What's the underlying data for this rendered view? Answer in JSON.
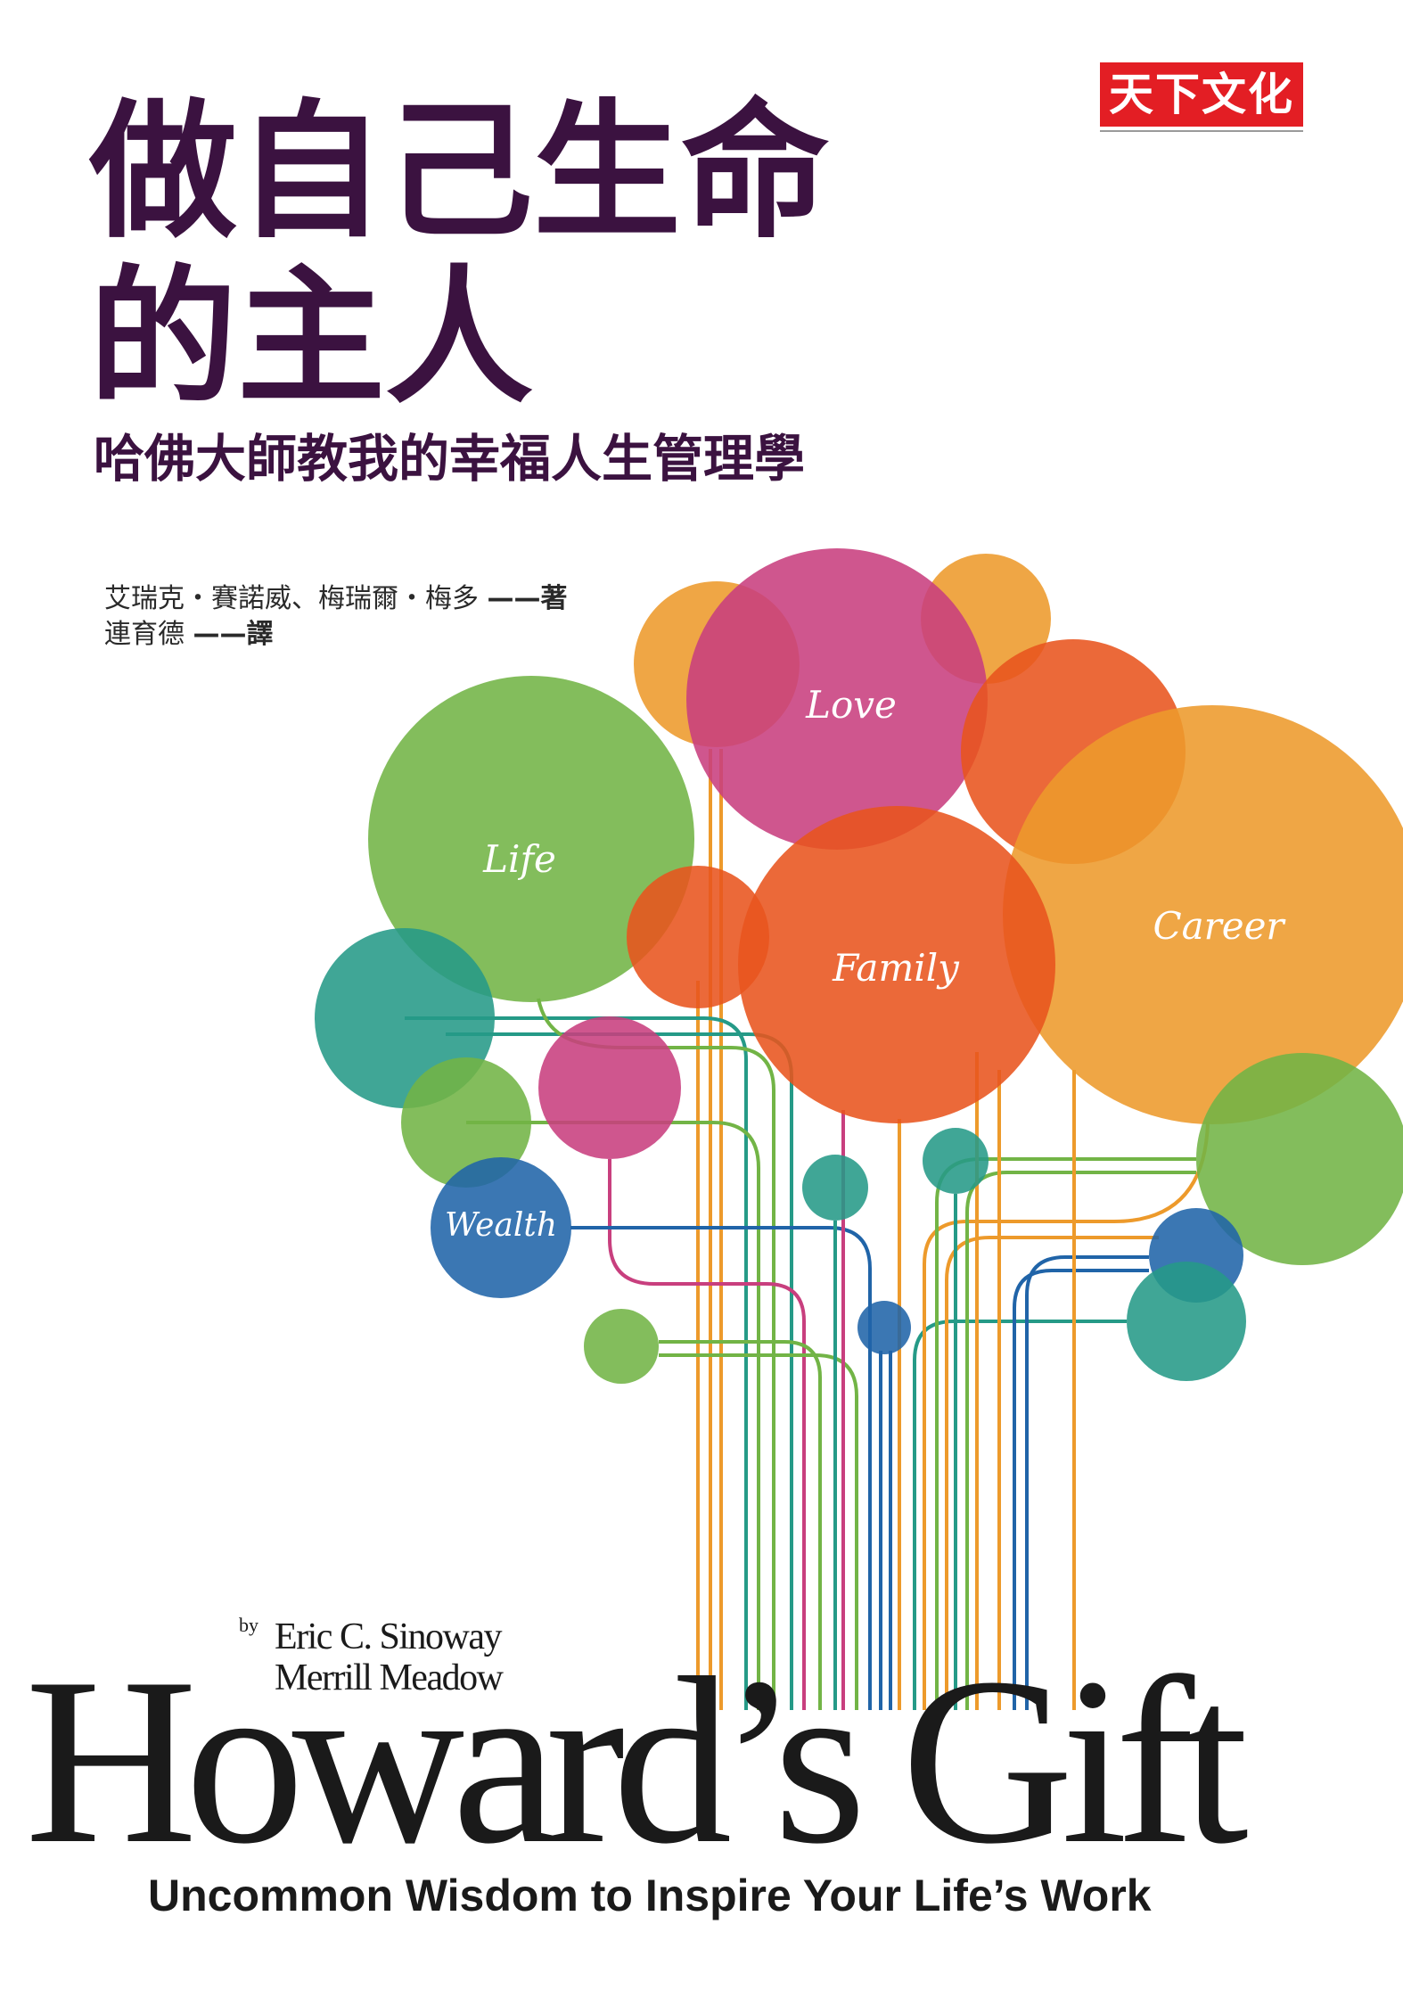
{
  "publisher": {
    "logo_text": "天下文化"
  },
  "title": {
    "line1": "做自己生命",
    "line2": "的主人"
  },
  "subtitle": "哈佛大師教我的幸福人生管理學",
  "credits": {
    "authors": "艾瑞克・賽諾威、梅瑞爾・梅多 ",
    "authors_role": "——著",
    "translator": "連育德 ",
    "translator_role": "——譯"
  },
  "tree_labels": {
    "love": "Love",
    "life": "Life",
    "family": "Family",
    "career": "Career",
    "wealth": "Wealth"
  },
  "english": {
    "by": "by",
    "author1": "Eric C. Sinoway",
    "author2": "Merrill Meadow",
    "title": "Howard’s Gift",
    "subtitle": "Uncommon Wisdom to Inspire Your Life’s Work"
  },
  "palette": {
    "magenta": "#c83f7e",
    "orange": "#ed9a2b",
    "red_orange": "#e8541e",
    "green": "#72b446",
    "teal": "#259a87",
    "blue": "#2064a8",
    "title_plum": "#3b1240",
    "logo_red": "#e31e24"
  }
}
